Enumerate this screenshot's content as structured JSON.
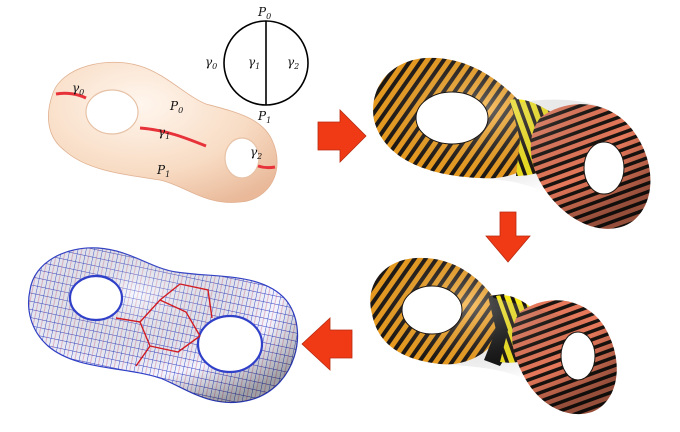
{
  "labels": {
    "gamma0": "γ",
    "gamma0_sub": "0",
    "gamma1": "γ",
    "gamma1_sub": "1",
    "gamma2": "γ",
    "gamma2_sub": "2",
    "p0": "P",
    "p0_sub": "0",
    "p1": "P",
    "p1_sub": "1"
  },
  "colors": {
    "surface": "#f9dcc4",
    "cut": "#e8323a",
    "arrow": "#f03a16",
    "stripe_dark": "#1a1410",
    "stripe_warm": "#f4a11c",
    "stripe_yellow": "#f7e81e",
    "stripe_salmon": "#e5785a",
    "mesh": "#3040c8",
    "mesh_red": "#d11b22"
  },
  "icons": [
    "right-arrow-icon",
    "down-arrow-icon",
    "left-arrow-icon"
  ]
}
